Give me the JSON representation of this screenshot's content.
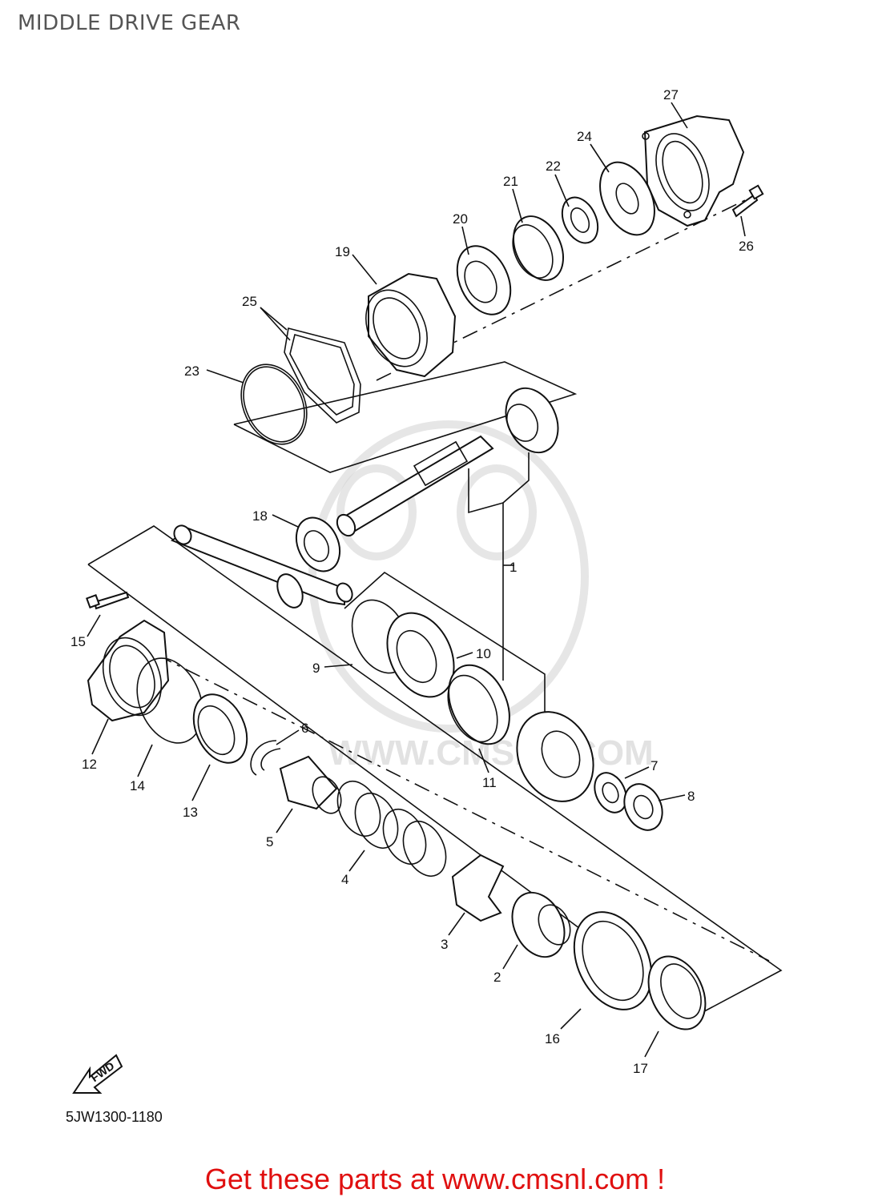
{
  "title": "MIDDLE DRIVE GEAR",
  "diagram_code": "5JW1300-1180",
  "fwd_label": "FWD",
  "watermark": "WWW.CMSNL.COM",
  "footer": "Get these parts at www.cmsnl.com !",
  "footer_color": "#e01010",
  "callouts": [
    "1",
    "2",
    "3",
    "4",
    "5",
    "6",
    "7",
    "8",
    "9",
    "10",
    "11",
    "12",
    "13",
    "14",
    "15",
    "16",
    "17",
    "18",
    "19",
    "20",
    "21",
    "22",
    "23",
    "24",
    "25",
    "26",
    "27"
  ]
}
